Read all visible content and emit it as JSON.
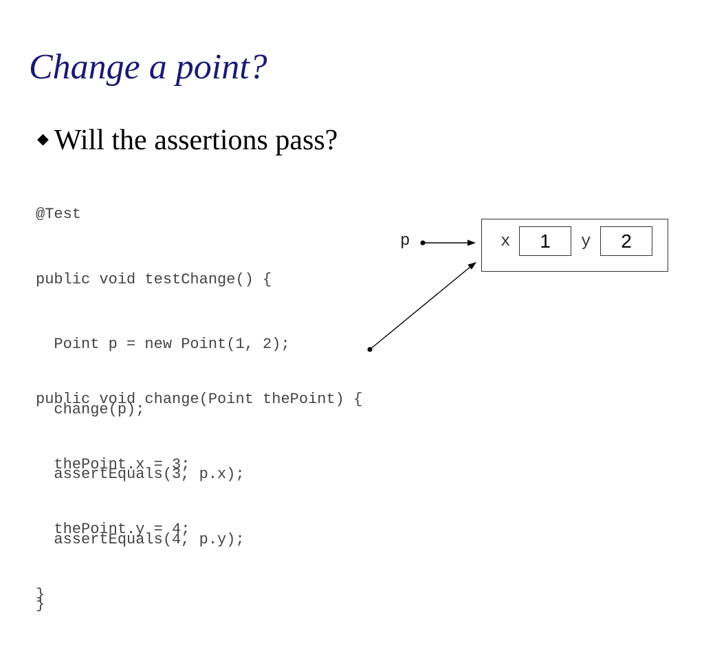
{
  "title": "Change a point?",
  "bullet": {
    "glyph": "◆",
    "text": "Will the assertions pass?"
  },
  "code_block_1": [
    "@Test",
    "public void testChange() {",
    "  Point p = new Point(1, 2);",
    "  change(p);",
    "  assertEquals(3, p.x);",
    "  assertEquals(4, p.y);",
    "}"
  ],
  "code_block_2": [
    "public void change(Point thePoint) {",
    "  thePoint.x = 3;",
    "  thePoint.y = 4;",
    "}"
  ],
  "diagram": {
    "variable": "p",
    "object": {
      "fields": [
        {
          "name": "x",
          "value": "1"
        },
        {
          "name": "y",
          "value": "2"
        }
      ]
    }
  }
}
